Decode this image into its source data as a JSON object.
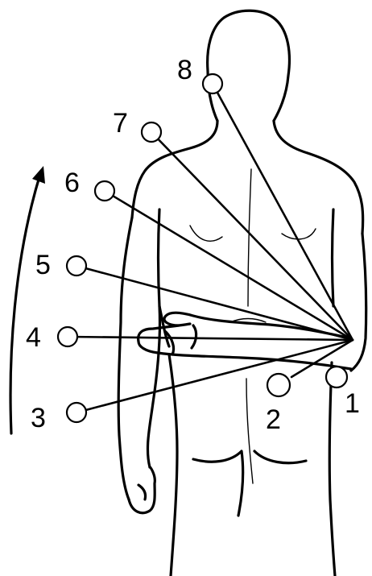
{
  "diagram": {
    "positions": [
      {
        "id": 1,
        "label": "1"
      },
      {
        "id": 2,
        "label": "2"
      },
      {
        "id": 3,
        "label": "3"
      },
      {
        "id": 4,
        "label": "4"
      },
      {
        "id": 5,
        "label": "5"
      },
      {
        "id": 6,
        "label": "6"
      },
      {
        "id": 7,
        "label": "7"
      },
      {
        "id": 8,
        "label": "8"
      }
    ],
    "colors": {
      "line": "#000000",
      "background": "#ffffff",
      "marker_fill": "#ffffff"
    },
    "arrow": {
      "direction": "upward",
      "icon": "curved-arrow-icon"
    },
    "figure": "human-back-view-illustration"
  }
}
